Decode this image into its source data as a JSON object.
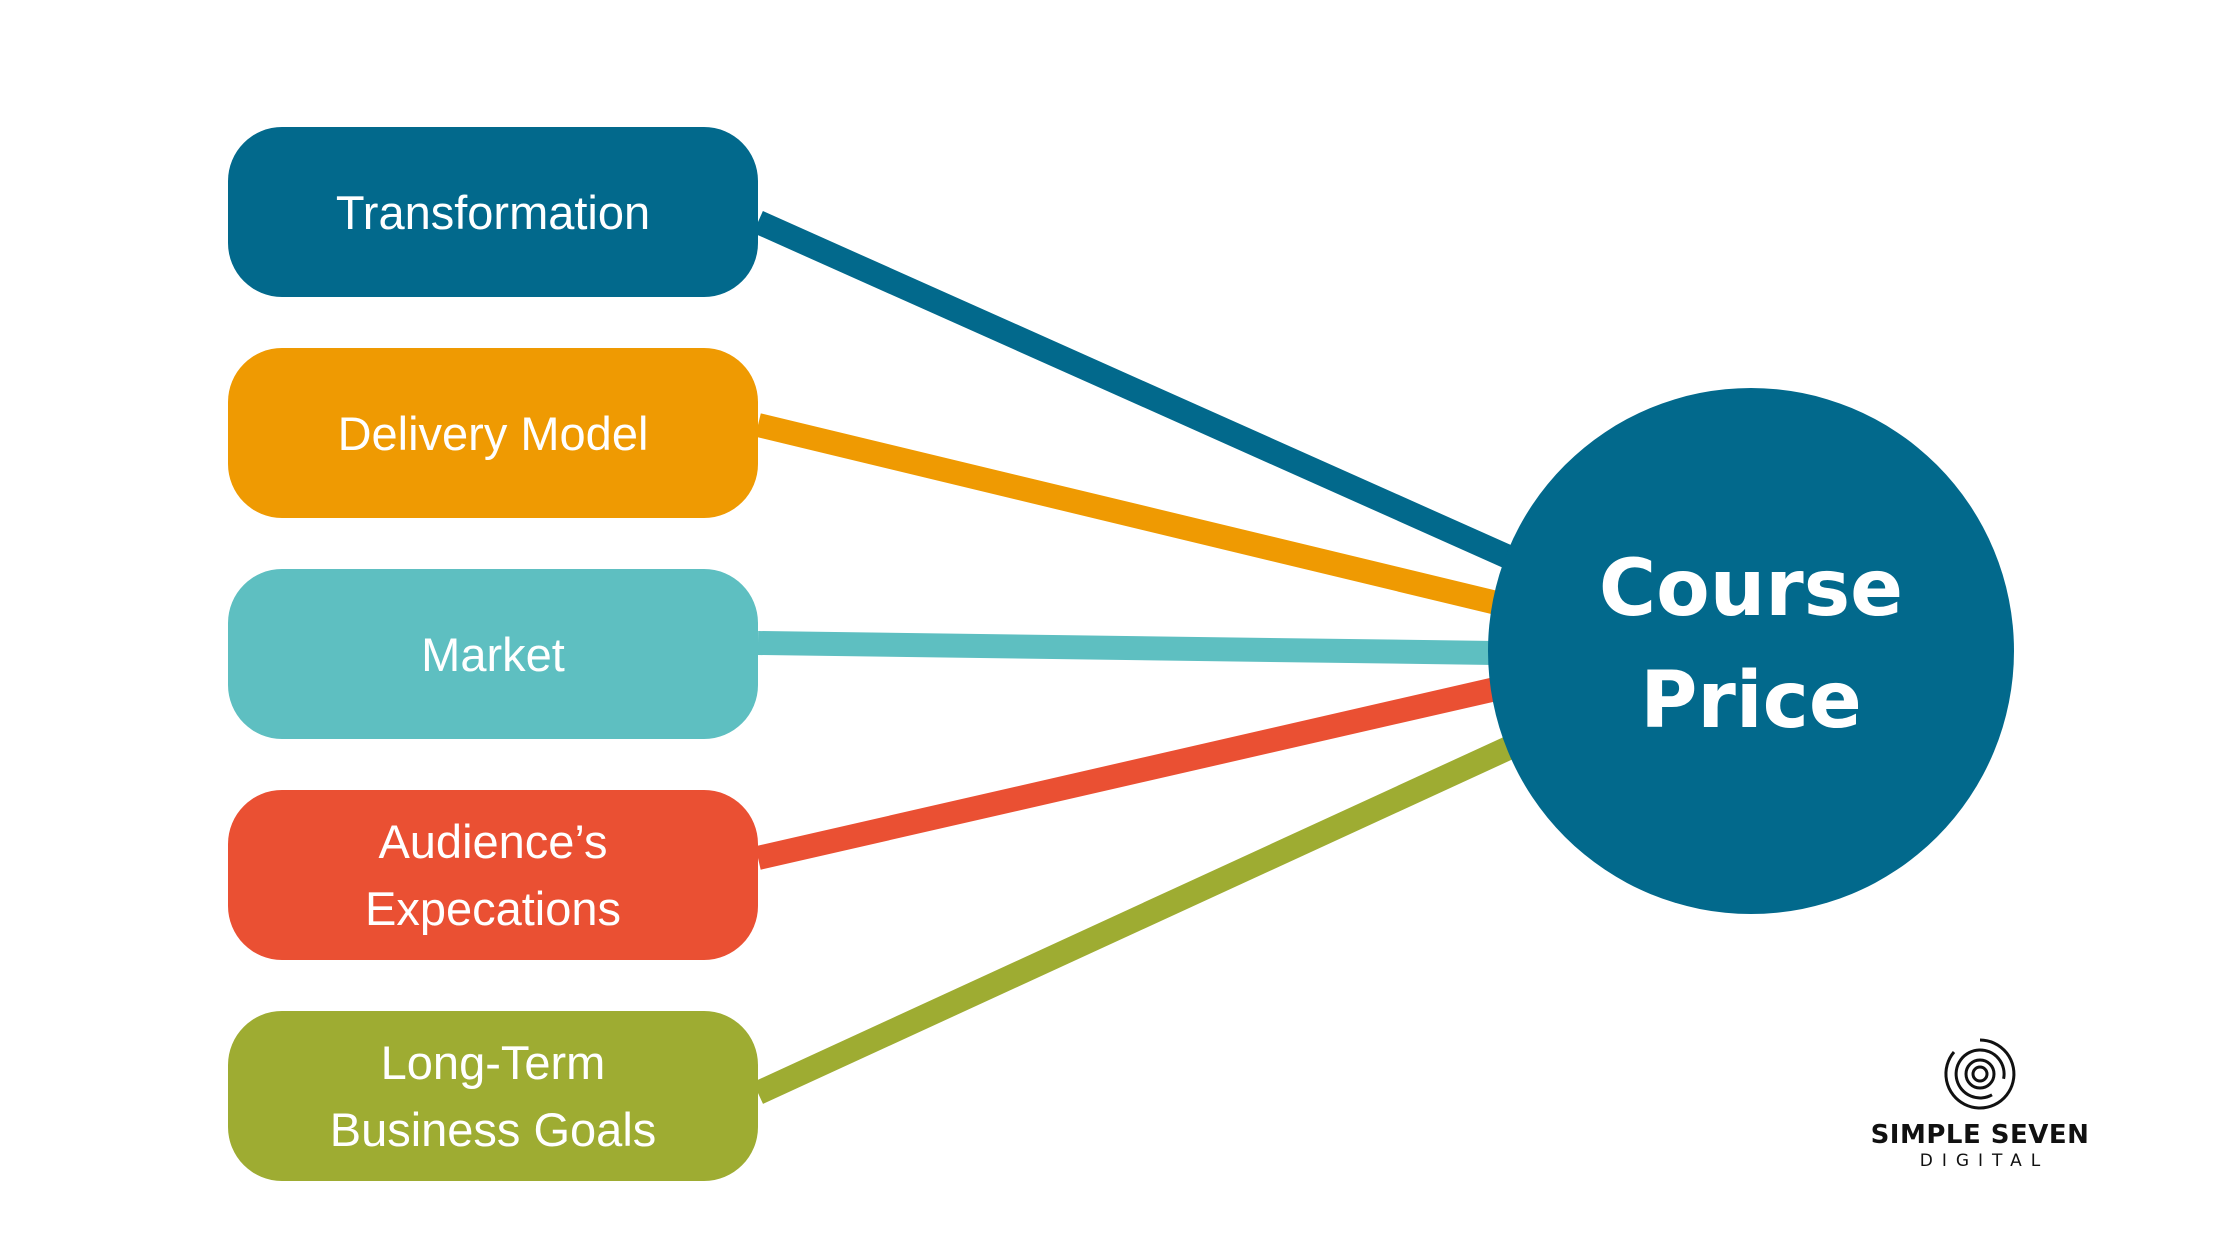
{
  "diagram": {
    "factors": [
      {
        "label": "Transformation",
        "color": "#02698c"
      },
      {
        "label": "Delivery Model",
        "color": "#ef9a02"
      },
      {
        "label": "Market",
        "color": "#5ebfc1"
      },
      {
        "label": "Audience’s\nExpecations",
        "color": "#ea5033"
      },
      {
        "label": "Long-Term\nBusiness Goals",
        "color": "#9eac32"
      }
    ],
    "center": {
      "label": "Course\nPrice",
      "color": "#02698c"
    }
  },
  "logo": {
    "name": "SIMPLE SEVEN",
    "subtitle": "DIGITAL",
    "icon": "concentric-circles-icon"
  }
}
